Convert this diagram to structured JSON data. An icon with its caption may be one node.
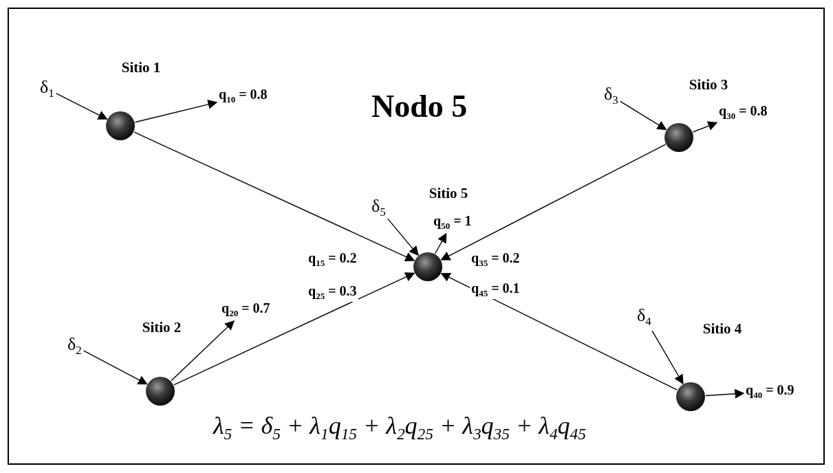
{
  "diagram": {
    "title": "Nodo 5",
    "nodes": [
      {
        "text": [
          "Sitio 1"
        ]
      },
      {
        "text": [
          "Sitio 3"
        ]
      },
      {
        "text": [
          "Sitio 5"
        ]
      },
      {
        "text": [
          "Sitio 2"
        ]
      },
      {
        "text": [
          "Sitio 4"
        ]
      },
      {
        "text": [
          "δ$_{1}$"
        ]
      },
      {
        "text": [
          "q$_{10}$ = 0.8"
        ]
      },
      {
        "text": [
          "δ$_{3}$"
        ]
      },
      {
        "text": [
          "q$_{30}$ = 0.8"
        ]
      },
      {
        "text": [
          "δ$_{5}$"
        ]
      },
      {
        "text": [
          "q$_{50}$ = 1"
        ]
      },
      {
        "text": [
          "δ$_{2}$"
        ]
      },
      {
        "text": [
          "q$_{20}$ = 0.7"
        ]
      },
      {
        "text": [
          "δ$_{4}$"
        ]
      },
      {
        "text": [
          "q$_{40}$ = 0.9"
        ]
      }
    ],
    "edges": [
      {
        "from": 0,
        "to": 2,
        "arrow": "to",
        "label": "q$_{15}$ = 0.2"
      },
      {
        "from": 1,
        "to": 2,
        "arrow": "to",
        "label": "q$_{35}$ = 0.2"
      },
      {
        "from": 3,
        "to": 2,
        "arrow": "to",
        "label": "q$_{25}$ = 0.3"
      },
      {
        "from": 4,
        "to": 2,
        "arrow": "to",
        "label": "q$_{45}$ = 0.1"
      },
      {
        "from": 5,
        "to": 0,
        "arrow": "to"
      },
      {
        "from": 0,
        "to": 6,
        "arrow": "to"
      },
      {
        "from": 7,
        "to": 1,
        "arrow": "to"
      },
      {
        "from": 1,
        "to": 8,
        "arrow": "to"
      },
      {
        "from": 9,
        "to": 2,
        "arrow": "to"
      },
      {
        "from": 2,
        "to": 10,
        "arrow": "to"
      },
      {
        "from": 11,
        "to": 3,
        "arrow": "to"
      },
      {
        "from": 3,
        "to": 12,
        "arrow": "to"
      },
      {
        "from": 13,
        "to": 4,
        "arrow": "to"
      },
      {
        "from": 4,
        "to": 14,
        "arrow": "to"
      }
    ],
    "labels": [
      "λ$_{5}$ = δ$_{5}$ + λ$_{1}$q$_{15}$ + λ$_{2}$q$_{25}$ + λ$_{3}$q$_{35}$ + λ$_{4}$q$_{45}$"
    ]
  }
}
